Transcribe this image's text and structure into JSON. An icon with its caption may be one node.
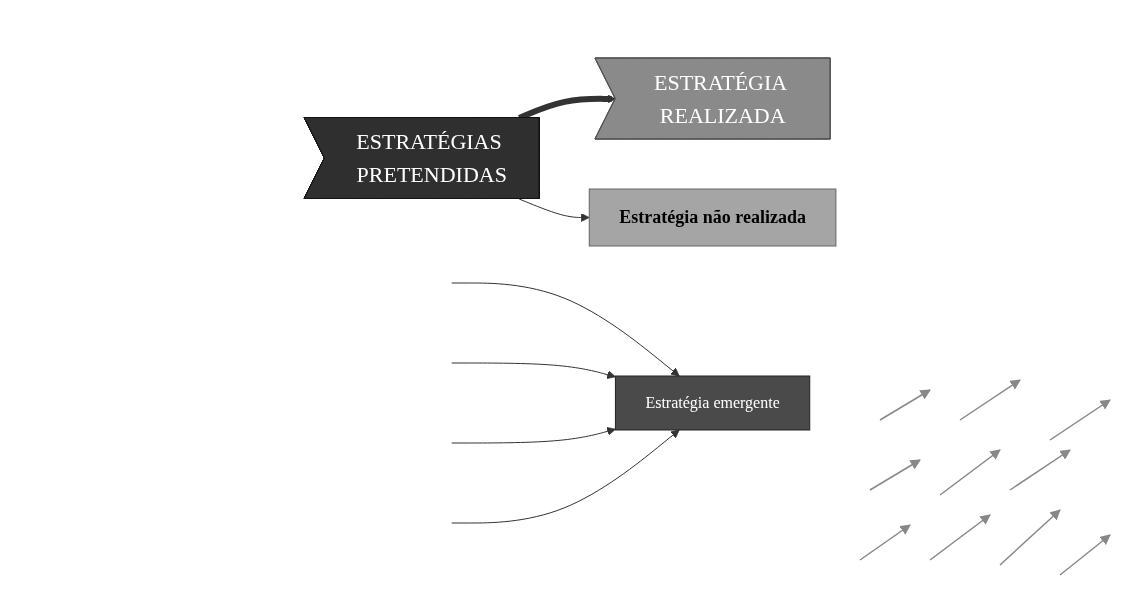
{
  "diagram": {
    "nodes": [
      {
        "text": [
          "ESTRATÉGIAS PRETENDIDAS"
        ]
      },
      {
        "text": [
          "ESTRATÉGIA REALIZADA"
        ]
      },
      {
        "text": [
          "Estratégia não realizada"
        ]
      },
      {
        "text": [
          "Estratégia emergente"
        ]
      }
    ],
    "edges": [
      {
        "from": 0,
        "to": 1,
        "arrow": "to",
        "style": "thick"
      },
      {
        "from": 0,
        "to": 2,
        "arrow": "to"
      },
      {
        "from": null,
        "to": 3,
        "arrow": "to"
      },
      {
        "from": null,
        "to": 3,
        "arrow": "to"
      },
      {
        "from": null,
        "to": 3,
        "arrow": "to"
      },
      {
        "from": null,
        "to": 3,
        "arrow": "to"
      }
    ]
  }
}
